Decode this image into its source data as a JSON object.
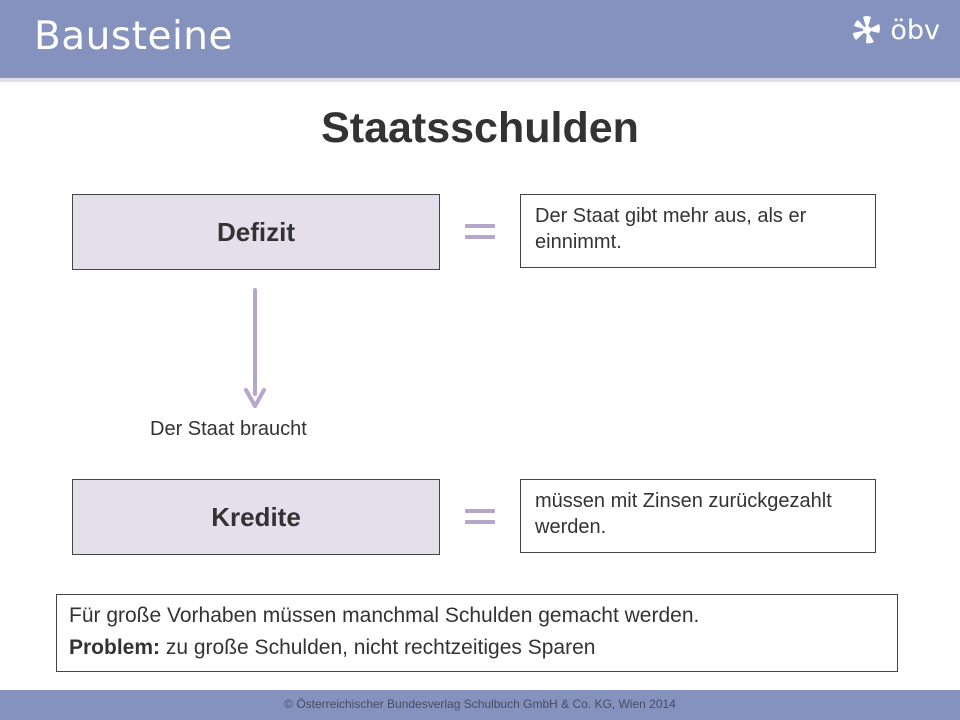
{
  "header": {
    "brand": "Bausteine",
    "logo_text": "öbv",
    "logo_icon": "star-flower-icon"
  },
  "slide": {
    "title": "Staatsschulden",
    "defizit": {
      "term": "Defizit",
      "definition": "Der Staat gibt mehr aus, als er einnimmt."
    },
    "arrow_label": "Der Staat braucht",
    "kredite": {
      "term": "Kredite",
      "definition": "müssen mit Zinsen zurückgezahlt werden."
    },
    "note": {
      "line1": "Für große Vorhaben müssen manchmal Schulden gemacht werden.",
      "problem_label": "Problem:",
      "problem_text": " zu große Schulden, nicht rechtzeitiges Sparen"
    }
  },
  "footer": {
    "copyright": "© Österreichischer Bundesverlag Schulbuch GmbH & Co. KG, Wien 2014"
  },
  "colors": {
    "header": "#8492bd",
    "term_fill": "#e5dfec",
    "accent": "#b6a6cc"
  }
}
